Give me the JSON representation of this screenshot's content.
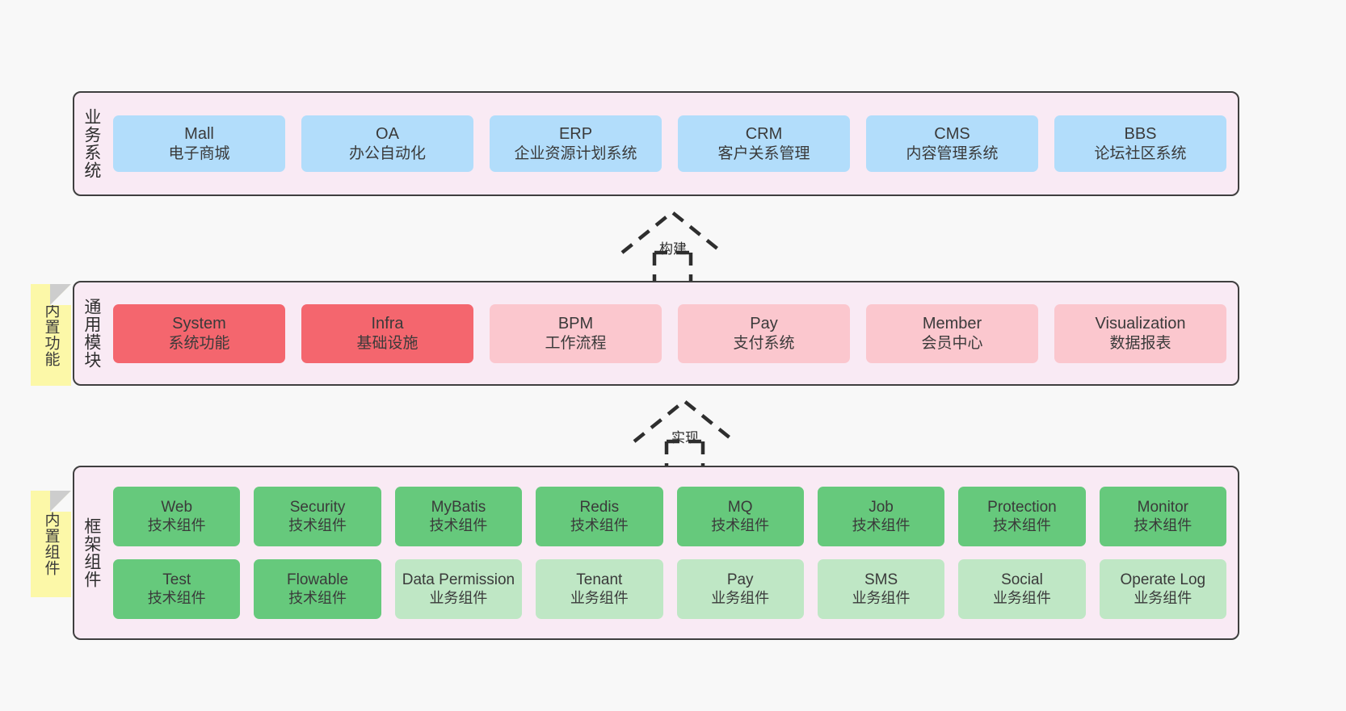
{
  "diagram": {
    "layers": [
      {
        "id": "business",
        "title": "业务系统",
        "rows": [
          [
            {
              "t1": "Mall",
              "t2": "电子商城",
              "color": "#b2ddfb"
            },
            {
              "t1": "OA",
              "t2": "办公自动化",
              "color": "#b2ddfb"
            },
            {
              "t1": "ERP",
              "t2": "企业资源计划系统",
              "color": "#b2ddfb"
            },
            {
              "t1": "CRM",
              "t2": "客户关系管理",
              "color": "#b2ddfb"
            },
            {
              "t1": "CMS",
              "t2": "内容管理系统",
              "color": "#b2ddfb"
            },
            {
              "t1": "BBS",
              "t2": "论坛社区系统",
              "color": "#b2ddfb"
            }
          ]
        ]
      },
      {
        "id": "common",
        "title": "通用模块",
        "note": "内置功能",
        "rows": [
          [
            {
              "t1": "System",
              "t2": "系统功能",
              "color": "#f4666e"
            },
            {
              "t1": "Infra",
              "t2": "基础设施",
              "color": "#f4666e"
            },
            {
              "t1": "BPM",
              "t2": "工作流程",
              "color": "#fbc7ce"
            },
            {
              "t1": "Pay",
              "t2": "支付系统",
              "color": "#fbc7ce"
            },
            {
              "t1": "Member",
              "t2": "会员中心",
              "color": "#fbc7ce"
            },
            {
              "t1": "Visualization",
              "t2": "数据报表",
              "color": "#fbc7ce"
            }
          ]
        ]
      },
      {
        "id": "framework",
        "title": "框架组件",
        "note": "内置组件",
        "rows": [
          [
            {
              "t1": "Web",
              "t2": "技术组件",
              "color": "#66c97c"
            },
            {
              "t1": "Security",
              "t2": "技术组件",
              "color": "#66c97c"
            },
            {
              "t1": "MyBatis",
              "t2": "技术组件",
              "color": "#66c97c"
            },
            {
              "t1": "Redis",
              "t2": "技术组件",
              "color": "#66c97c"
            },
            {
              "t1": "MQ",
              "t2": "技术组件",
              "color": "#66c97c"
            },
            {
              "t1": "Job",
              "t2": "技术组件",
              "color": "#66c97c"
            },
            {
              "t1": "Protection",
              "t2": "技术组件",
              "color": "#66c97c"
            },
            {
              "t1": "Monitor",
              "t2": "技术组件",
              "color": "#66c97c"
            }
          ],
          [
            {
              "t1": "Test",
              "t2": "技术组件",
              "color": "#66c97c"
            },
            {
              "t1": "Flowable",
              "t2": "技术组件",
              "color": "#66c97c"
            },
            {
              "t1": "Data Permission",
              "t2": "业务组件",
              "color": "#bfe7c5"
            },
            {
              "t1": "Tenant",
              "t2": "业务组件",
              "color": "#bfe7c5"
            },
            {
              "t1": "Pay",
              "t2": "业务组件",
              "color": "#bfe7c5"
            },
            {
              "t1": "SMS",
              "t2": "业务组件",
              "color": "#bfe7c5"
            },
            {
              "t1": "Social",
              "t2": "业务组件",
              "color": "#bfe7c5"
            },
            {
              "t1": "Operate Log",
              "t2": "业务组件",
              "color": "#bfe7c5"
            }
          ]
        ]
      }
    ],
    "arrows": [
      {
        "id": "build",
        "label": "构建"
      },
      {
        "id": "impl",
        "label": "实现"
      }
    ],
    "colors": {
      "panel_bg": "#f9eaf4",
      "panel_border": "#3f3f3f",
      "canvas_bg": "#f8f8f8",
      "note_bg": "#fcf8a8",
      "blue": "#b2ddfb",
      "red": "#f4666e",
      "pink": "#fbc7ce",
      "green": "#66c97c",
      "light_green": "#bfe7c5"
    }
  }
}
